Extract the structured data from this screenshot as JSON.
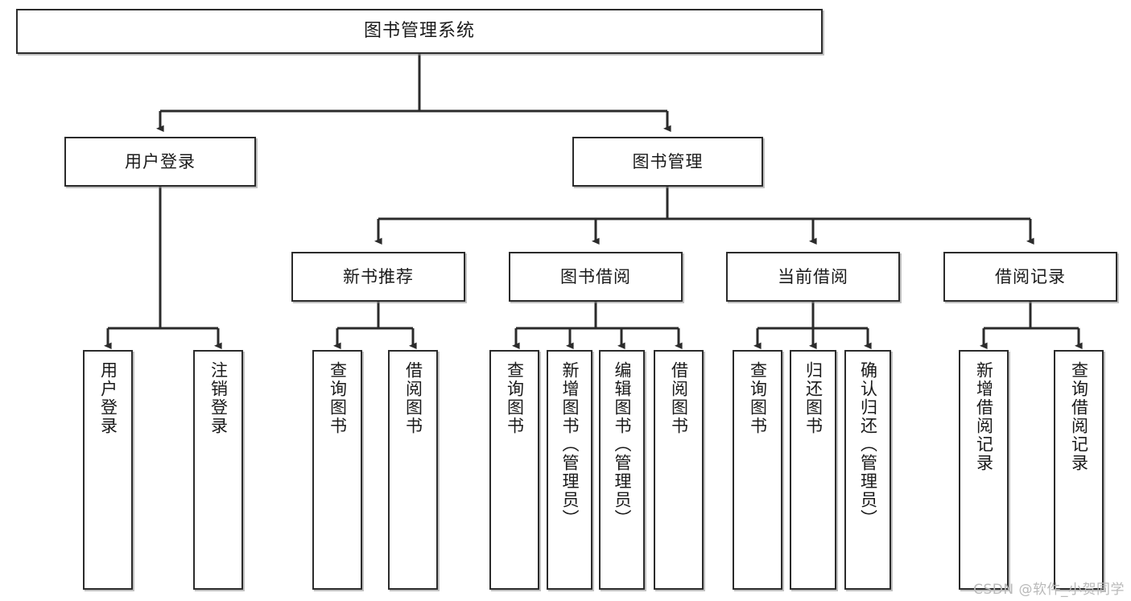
{
  "diagram": {
    "title": "图书管理系统",
    "type": "tree",
    "watermark": "CSDN @软件_小贺同学",
    "colors": {
      "stroke": "#2b2b2b",
      "fill": "#ffffff",
      "background": "#ffffff",
      "watermark": "#b9b9b9"
    },
    "root": {
      "label": "图书管理系统"
    },
    "level2": [
      {
        "label": "用户登录"
      },
      {
        "label": "图书管理"
      }
    ],
    "level3": [
      {
        "label": "新书推荐"
      },
      {
        "label": "图书借阅"
      },
      {
        "label": "当前借阅"
      },
      {
        "label": "借阅记录"
      }
    ],
    "leaves": {
      "user_login": [
        {
          "label": "用户登录"
        },
        {
          "label": "注销登录"
        }
      ],
      "new_book_recommend": [
        {
          "label": "查询图书"
        },
        {
          "label": "借阅图书"
        }
      ],
      "book_borrow": [
        {
          "label": "查询图书"
        },
        {
          "label": "新增图书（管理员）"
        },
        {
          "label": "编辑图书（管理员）"
        },
        {
          "label": "借阅图书"
        }
      ],
      "current_borrow": [
        {
          "label": "查询图书"
        },
        {
          "label": "归还图书"
        },
        {
          "label": "确认归还（管理员）"
        }
      ],
      "borrow_record": [
        {
          "label": "新增借阅记录"
        },
        {
          "label": "查询借阅记录"
        }
      ]
    }
  }
}
